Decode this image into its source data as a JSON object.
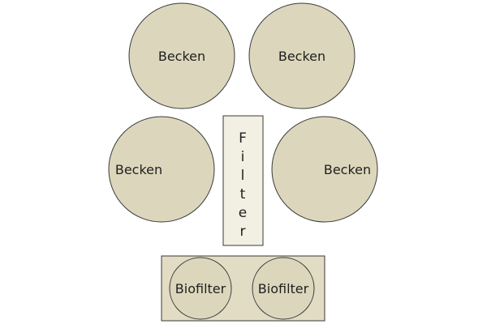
{
  "diagram": {
    "tanks": [
      {
        "label": "Becken"
      },
      {
        "label": "Becken"
      },
      {
        "label": "Becken"
      },
      {
        "label": "Becken"
      }
    ],
    "filter": {
      "label": "Filter"
    },
    "biofilters": [
      {
        "label": "Biofilter"
      },
      {
        "label": "Biofilter"
      }
    ],
    "colors": {
      "tank_fill": "#dcd7bc",
      "filter_fill": "#f2efe3",
      "tray_fill": "#e1dcc3",
      "stroke": "#3a3a3a"
    }
  }
}
